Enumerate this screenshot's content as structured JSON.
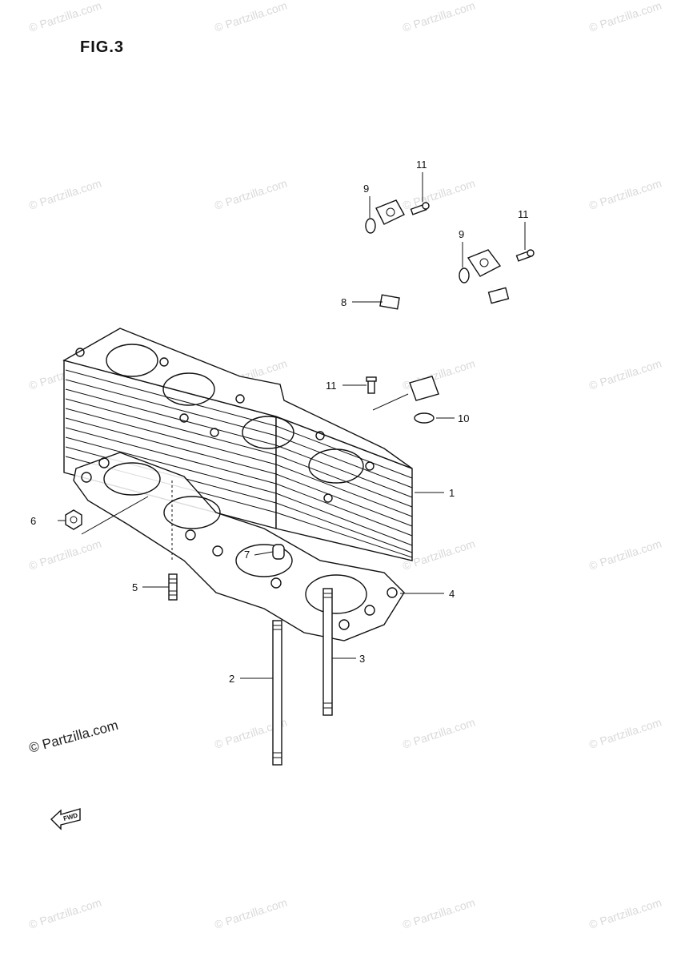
{
  "figure": {
    "title": "FIG.3"
  },
  "watermark": {
    "text": "© Partzilla.com",
    "color": "#d9d9d9"
  },
  "watermark_main": {
    "text": "© Partzilla.com"
  },
  "fwd_arrow": {
    "label": "FWD"
  },
  "callouts": [
    {
      "id": "1",
      "text": "1"
    },
    {
      "id": "2",
      "text": "2"
    },
    {
      "id": "3",
      "text": "3"
    },
    {
      "id": "4",
      "text": "4"
    },
    {
      "id": "5",
      "text": "5"
    },
    {
      "id": "6",
      "text": "6"
    },
    {
      "id": "7",
      "text": "7"
    },
    {
      "id": "8",
      "text": "8"
    },
    {
      "id": "9a",
      "text": "9"
    },
    {
      "id": "9b",
      "text": "9"
    },
    {
      "id": "10",
      "text": "10"
    },
    {
      "id": "11a",
      "text": "11"
    },
    {
      "id": "11b",
      "text": "11"
    },
    {
      "id": "11c",
      "text": "11"
    }
  ]
}
